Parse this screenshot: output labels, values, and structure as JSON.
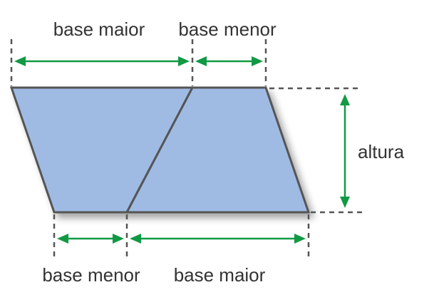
{
  "labels": {
    "top_left": "base maior",
    "top_right": "base menor",
    "bottom_left": "base menor",
    "bottom_right": "base maior",
    "right": "altura"
  },
  "colors": {
    "shape_fill": "#9FBBE4",
    "shape_stroke": "#555555",
    "arrow": "#119944",
    "guide": "#555555",
    "text": "#333333"
  }
}
